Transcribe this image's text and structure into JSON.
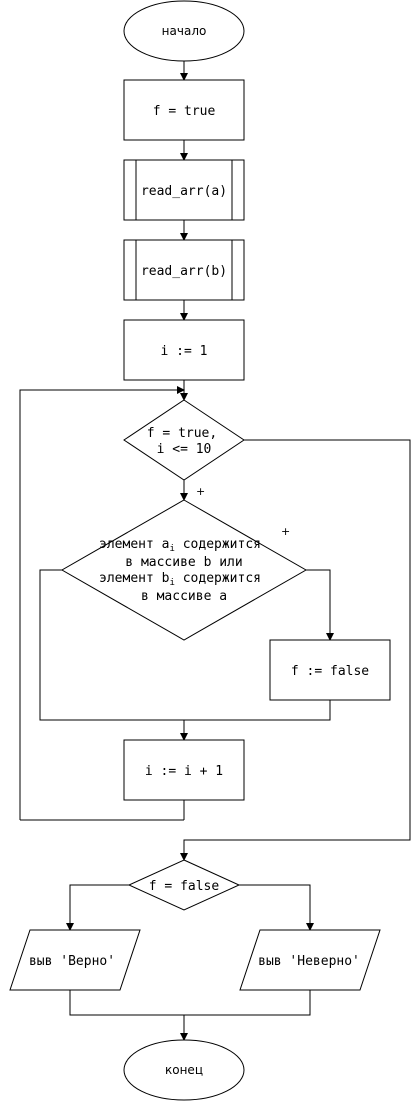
{
  "start": {
    "label": "начало"
  },
  "init_f": {
    "label": "f = true"
  },
  "read_a": {
    "label": "read_arr(a)"
  },
  "read_b": {
    "label": "read_arr(b)"
  },
  "init_i": {
    "label": "i := 1"
  },
  "loop_cond": {
    "line1": "f = true,",
    "line2": "i <= 10"
  },
  "loop_yes": {
    "label": "+"
  },
  "inner_cond": {
    "line1_pre": "элемент a",
    "line1_sub": "i",
    "line1_post": " содержится",
    "line2": "в массиве b или",
    "line3_pre": "элемент b",
    "line3_sub": "i",
    "line3_post": " содержится",
    "line4": "в массиве a"
  },
  "inner_yes": {
    "label": "+"
  },
  "set_false": {
    "label": "f := false"
  },
  "incr_i": {
    "label": "i := i + 1"
  },
  "final_cond": {
    "label": "f = false"
  },
  "out_true": {
    "label": "выв 'Верно'"
  },
  "out_false": {
    "label": "выв 'Неверно'"
  },
  "end": {
    "label": "конец"
  }
}
